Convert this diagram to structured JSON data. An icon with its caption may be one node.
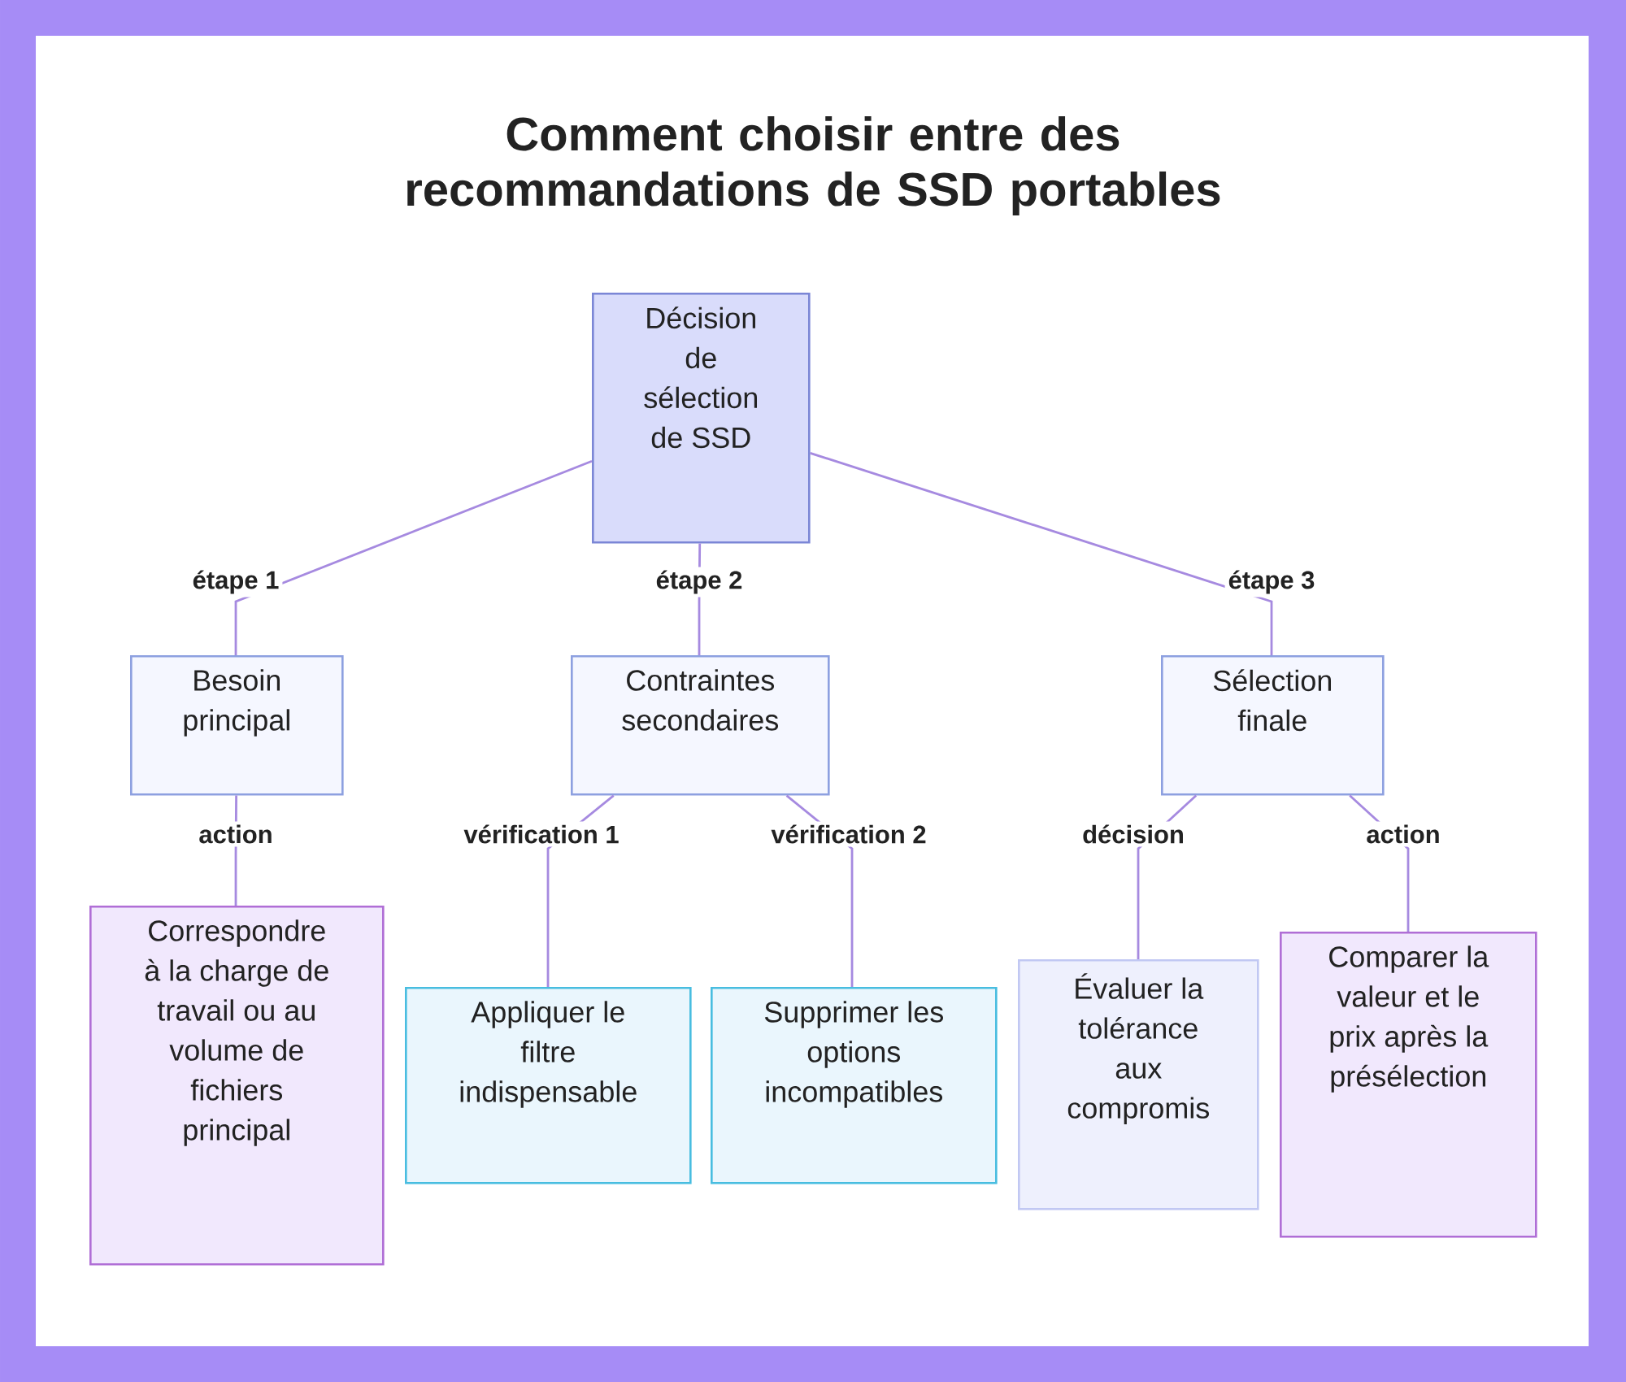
{
  "diagram": {
    "title": "Comment choisir entre des recommandations de SSD portables",
    "nodes": [
      {
        "text": [
          "Décision de sélection de SSD"
        ]
      },
      {
        "text": [
          "Besoin principal"
        ]
      },
      {
        "text": [
          "Contraintes secondaires"
        ]
      },
      {
        "text": [
          "Sélection finale"
        ]
      },
      {
        "text": [
          "Correspondre à la charge de travail ou au volume de fichiers principal"
        ]
      },
      {
        "text": [
          "Appliquer le filtre indispensable"
        ]
      },
      {
        "text": [
          "Supprimer les options incompatibles"
        ]
      },
      {
        "text": [
          "Évaluer la tolérance aux compromis"
        ]
      },
      {
        "text": [
          "Comparer la valeur et le prix après la présélection"
        ]
      }
    ],
    "edges": [
      {
        "from": 0,
        "to": 1,
        "arrow": "none",
        "label": "étape 1"
      },
      {
        "from": 0,
        "to": 2,
        "arrow": "none",
        "label": "étape 2"
      },
      {
        "from": 0,
        "to": 3,
        "arrow": "none",
        "label": "étape 3"
      },
      {
        "from": 1,
        "to": 4,
        "arrow": "none",
        "label": "action"
      },
      {
        "from": 2,
        "to": 5,
        "arrow": "none",
        "label": "vérification 1"
      },
      {
        "from": 2,
        "to": 6,
        "arrow": "none",
        "label": "vérification 2"
      },
      {
        "from": 3,
        "to": 7,
        "arrow": "none",
        "label": "décision"
      },
      {
        "from": 3,
        "to": 8,
        "arrow": "none",
        "label": "action"
      }
    ]
  }
}
